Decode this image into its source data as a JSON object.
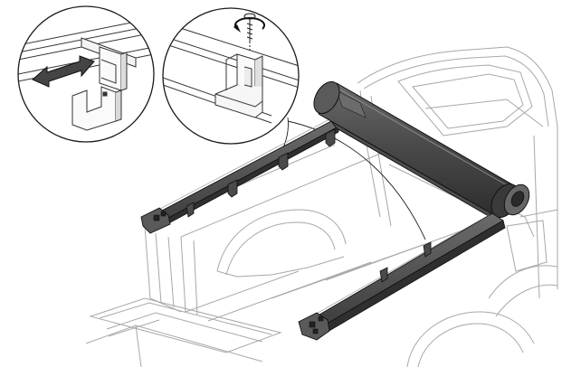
{
  "figure": {
    "subject": "tonneau-cover-rail-installation",
    "text_labels": [],
    "callouts": [
      {
        "id": "detail-left",
        "shows": "clamp-slide-adjustment",
        "icon": "double-arrow-icon"
      },
      {
        "id": "detail-right",
        "shows": "clamp-screw-tightening",
        "icon": "rotate-arrow-icon"
      }
    ],
    "colors": {
      "line_art": "#9a9a9a",
      "outline": "#1a1a1a",
      "rail_fill": "#555555",
      "roll_fill": "#4a4a4a",
      "background": "#ffffff"
    }
  }
}
